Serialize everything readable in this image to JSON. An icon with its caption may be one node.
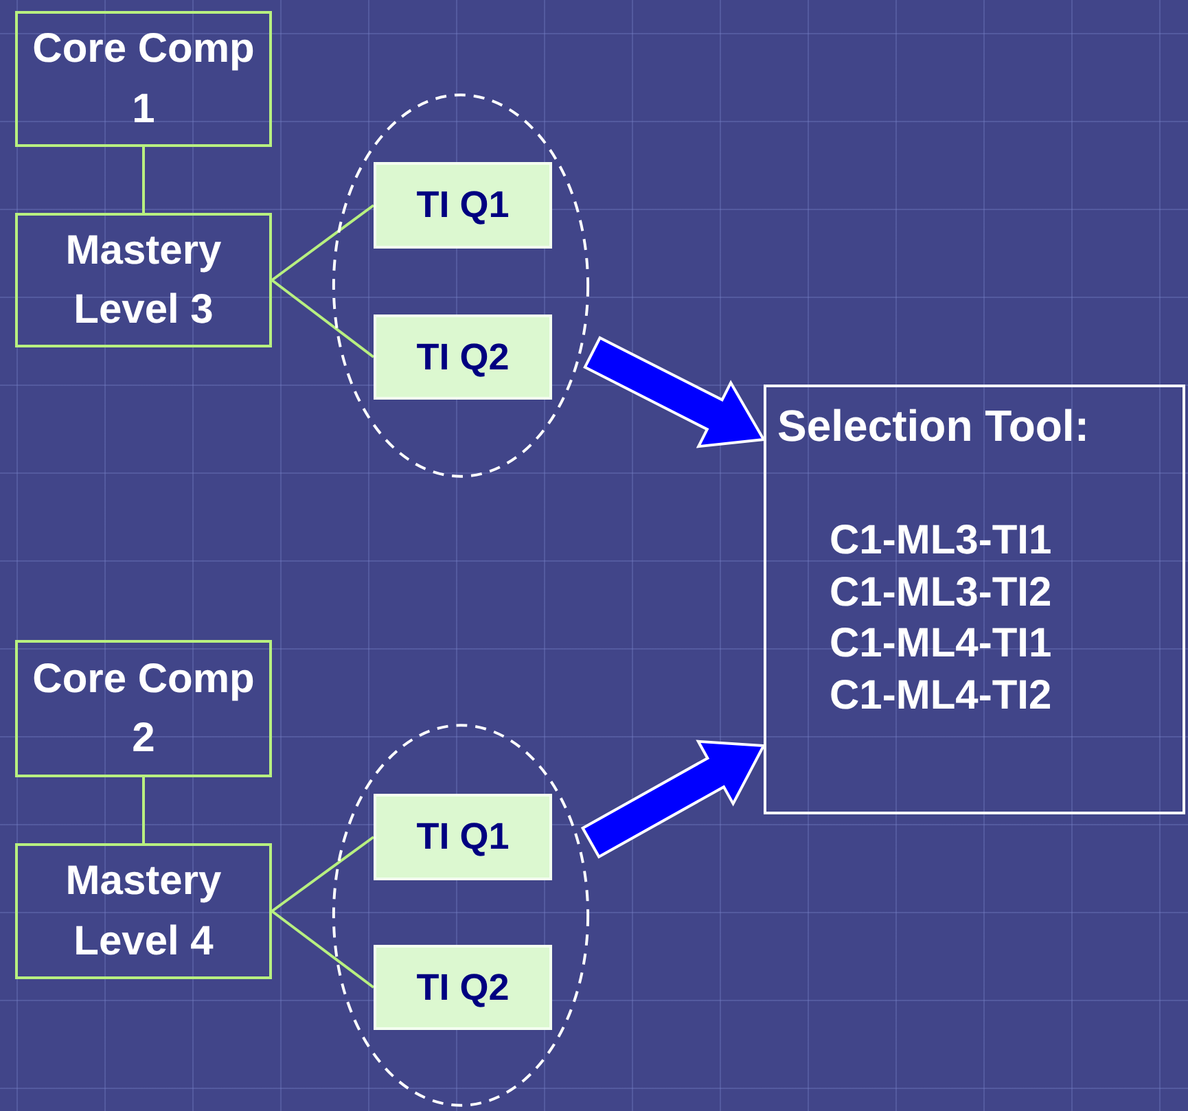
{
  "diagram": {
    "nodes": [
      {
        "text": [
          "Core Comp 1"
        ]
      },
      {
        "text": [
          "Mastery Level 3"
        ]
      },
      {
        "text": [],
        "shape": "ellipse"
      },
      {
        "text": [
          "TI Q1"
        ],
        "in": 2
      },
      {
        "text": [
          "TI Q2"
        ],
        "in": 2
      },
      {
        "text": [
          "Core Comp 2"
        ]
      },
      {
        "text": [
          "Mastery Level 4"
        ]
      },
      {
        "text": [],
        "shape": "ellipse"
      },
      {
        "text": [
          "TI Q1"
        ],
        "in": 7
      },
      {
        "text": [
          "TI Q2"
        ],
        "in": 7
      },
      {
        "text": [
          "Selection Tool:",
          "C1-ML3-TI1",
          "C1-ML3-TI2",
          "C1-ML4-TI1",
          "C1-ML4-TI2"
        ]
      }
    ],
    "edges": [
      {
        "from": 0,
        "to": 1,
        "arrow": "none"
      },
      {
        "from": 1,
        "to": 3,
        "arrow": "none"
      },
      {
        "from": 1,
        "to": 4,
        "arrow": "none"
      },
      {
        "from": 5,
        "to": 6,
        "arrow": "none"
      },
      {
        "from": 6,
        "to": 8,
        "arrow": "none"
      },
      {
        "from": 6,
        "to": 9,
        "arrow": "none"
      },
      {
        "from": 2,
        "to": 10,
        "arrow": "to",
        "style": "thick",
        "color": "#0000ff"
      },
      {
        "from": 7,
        "to": 10,
        "arrow": "to",
        "style": "thick",
        "color": "#0000ff"
      }
    ]
  }
}
